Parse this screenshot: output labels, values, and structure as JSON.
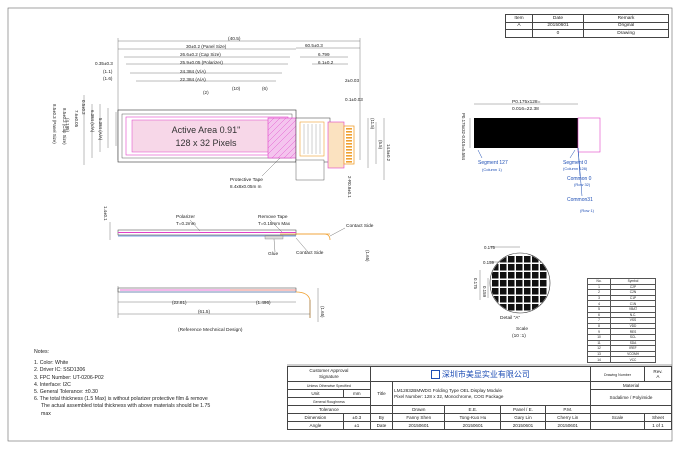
{
  "revision_table": {
    "headers": [
      "Item",
      "Date",
      "Remark"
    ],
    "rows": [
      [
        "A",
        "20150601",
        "Original"
      ],
      [
        "",
        "0",
        "Drawing"
      ]
    ]
  },
  "front_view": {
    "dims_top": [
      "(40.5)",
      "30±0.2 (Panel Size)",
      "26.6±0.2 (Cap Size)",
      "25.9±0.05 (Polarizer)",
      "24.384  (V/A)",
      "22.384 (A/A)",
      "(10)",
      "(6)",
      "(2)",
      "(1.1)",
      "(1.6)",
      "0.35±0.3",
      "60.5±0.3",
      "6.799",
      "6.1±0.2",
      "2±0.03",
      "0.1±0.03"
    ],
    "dims_left": [
      "0.5±0.2",
      "(4.195)",
      "5.384 (A/A)",
      "6.384 (V/A)",
      "7.6±0.05",
      "8.5±0.2 (Cap Size)",
      "8.5±0.3 (Panel Size)"
    ],
    "dims_right": [
      "(11.5)",
      "(5.5)",
      "14.5±0.2",
      "2-R0.8±0.1"
    ],
    "active_area_title": "Active Area 0.91\"",
    "active_area_sub": "128 x 32 Pixels",
    "protective_tape_label": "Protective Tape",
    "protective_tape_size": "8.4x8x0.05m m"
  },
  "side_view": {
    "labels": [
      "Polarizer",
      "T=0.2mm",
      "Remove Tape",
      "T=0.15mm Max",
      "Contact Side",
      "Contact Side",
      "Glue"
    ],
    "dims": [
      "1.4±0.1",
      "(1.65)"
    ]
  },
  "bottom_view": {
    "dims": [
      "(22.81)",
      "(1.496)",
      "(61.5)",
      "(1.65)"
    ],
    "caption": "(Reference Mechnical Design)"
  },
  "pixel_view": {
    "width_dim": "P0.175x128=",
    "width_dim2": "0.016=22.38",
    "height_dim": "P0.175x32-0.015=5.584",
    "segment127": "Segment 127",
    "column1": "(Column 1)",
    "segment0": "Segment 0",
    "column128": "(Column 128)",
    "common0": "Common 0",
    "row32": "(Row 32)",
    "common31": "Common31",
    "row1": "(Row 1)"
  },
  "detail_view": {
    "dims": [
      "0.175",
      "0.159",
      "0.175",
      "0.159"
    ],
    "label": "Detail \"A\"",
    "scale_label": "Scale",
    "scale_value": "(10 :1)"
  },
  "notes": {
    "title": "Notes:",
    "items": [
      "1. Color: White",
      "2. Driver IC: SSD1306",
      "3. FPC Number: UT-0206-P02",
      "4. Interface: I2C",
      "5. General Tolerance: ±0.30",
      "6. The total thickness (1.5 Max) is without polarizer protective film & remove",
      "   The actual assembled total thickness with above materials should be 1.75",
      "   max"
    ]
  },
  "title_block": {
    "customer_approval": "Customer Approval",
    "signature": "Signature",
    "unless_spec": "Unless Otherwise Specified",
    "unit_label": "Unit",
    "unit_value": "mm",
    "surface_roughness": "General Roughness",
    "tolerance": "Tolerance",
    "dimension": "Dimension",
    "dimension_value": "±0.3",
    "angle": "Angle",
    "angle_value": "±1",
    "company": "深圳市美显实业有限公司",
    "title_label": "Title",
    "model_line1": "LM12832BMWDG  Folding Type OEL Display Module",
    "model_line2": "Pixel Number: 128 x 32, Monochrome, COG Package",
    "role_headers": [
      "Drawn",
      "E.E.",
      "Panel / E.",
      "P.M."
    ],
    "names": [
      "Fanny Shen",
      "Tong-Kuo Hu",
      "Gary Lin",
      "Cherry Lin"
    ],
    "dates": [
      "20150601",
      "20150601",
      "20150601",
      "20150601"
    ],
    "by_label": "By",
    "date_label": "Date",
    "drawing_number": "Drawing Number",
    "rev_label": "Rev.",
    "rev_value": "A",
    "material_label": "Material",
    "material_value": "Sodalime / Polyimide",
    "scale_label": "Scale",
    "sheet_label": "Sheet",
    "sheet_value": "1 of 1"
  },
  "pin_table": {
    "headers": [
      "No.",
      "Symbol"
    ],
    "rows": [
      [
        "1",
        "C2P"
      ],
      [
        "2",
        "C2N"
      ],
      [
        "3",
        "C1P"
      ],
      [
        "4",
        "C1N"
      ],
      [
        "5",
        "VBAT"
      ],
      [
        "6",
        "N.C."
      ],
      [
        "7",
        "VSS"
      ],
      [
        "8",
        "VDD"
      ],
      [
        "9",
        "RES"
      ],
      [
        "10",
        "SCL"
      ],
      [
        "11",
        "SDA"
      ],
      [
        "12",
        "IREF"
      ],
      [
        "13",
        "VCOMH"
      ],
      [
        "14",
        "VCC"
      ]
    ]
  },
  "colors": {
    "tape": "#e040c8",
    "fpc": "#f0a030",
    "active": "#f7d7e8",
    "blue_text": "#1f4fb5",
    "panel": "#000000"
  }
}
